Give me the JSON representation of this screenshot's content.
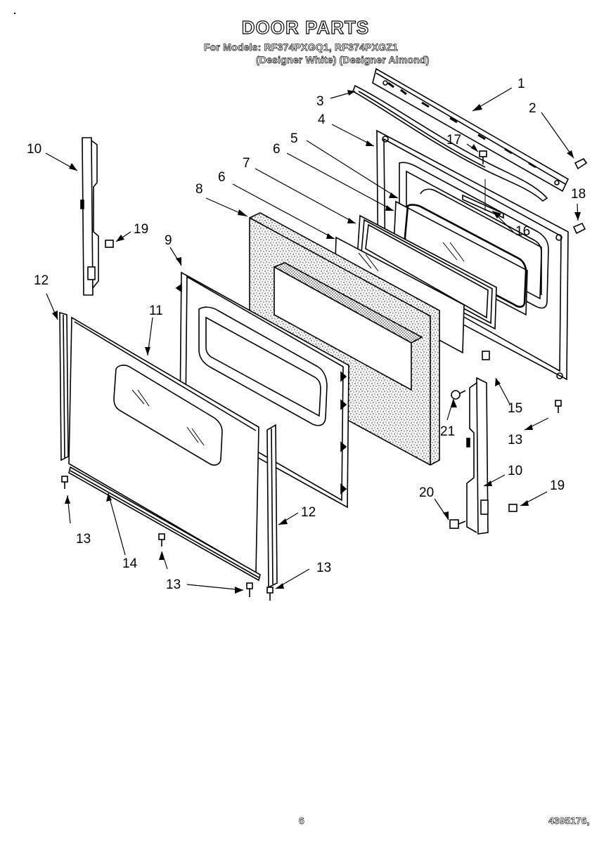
{
  "title": "DOOR PARTS",
  "models_line": "For Models: RF374PXGQ1, RF374PXGZ1",
  "colors_line": "(Designer White) (Designer Almond)",
  "page_number": "6",
  "doc_number": "4395176,",
  "callouts": [
    {
      "id": "c1",
      "label": "1"
    },
    {
      "id": "c2",
      "label": "2"
    },
    {
      "id": "c3",
      "label": "3"
    },
    {
      "id": "c4",
      "label": "4"
    },
    {
      "id": "c5",
      "label": "5"
    },
    {
      "id": "c6a",
      "label": "6"
    },
    {
      "id": "c6b",
      "label": "6"
    },
    {
      "id": "c7",
      "label": "7"
    },
    {
      "id": "c8",
      "label": "8"
    },
    {
      "id": "c9",
      "label": "9"
    },
    {
      "id": "c10a",
      "label": "10"
    },
    {
      "id": "c10b",
      "label": "10"
    },
    {
      "id": "c11",
      "label": "11"
    },
    {
      "id": "c12a",
      "label": "12"
    },
    {
      "id": "c12b",
      "label": "12"
    },
    {
      "id": "c13a",
      "label": "13"
    },
    {
      "id": "c13b",
      "label": "13"
    },
    {
      "id": "c13c",
      "label": "13"
    },
    {
      "id": "c13d",
      "label": "13"
    },
    {
      "id": "c14",
      "label": "14"
    },
    {
      "id": "c15",
      "label": "15"
    },
    {
      "id": "c16",
      "label": "16"
    },
    {
      "id": "c17",
      "label": "17"
    },
    {
      "id": "c18",
      "label": "18"
    },
    {
      "id": "c19a",
      "label": "19"
    },
    {
      "id": "c19b",
      "label": "19"
    },
    {
      "id": "c20",
      "label": "20"
    },
    {
      "id": "c21",
      "label": "21"
    }
  ]
}
